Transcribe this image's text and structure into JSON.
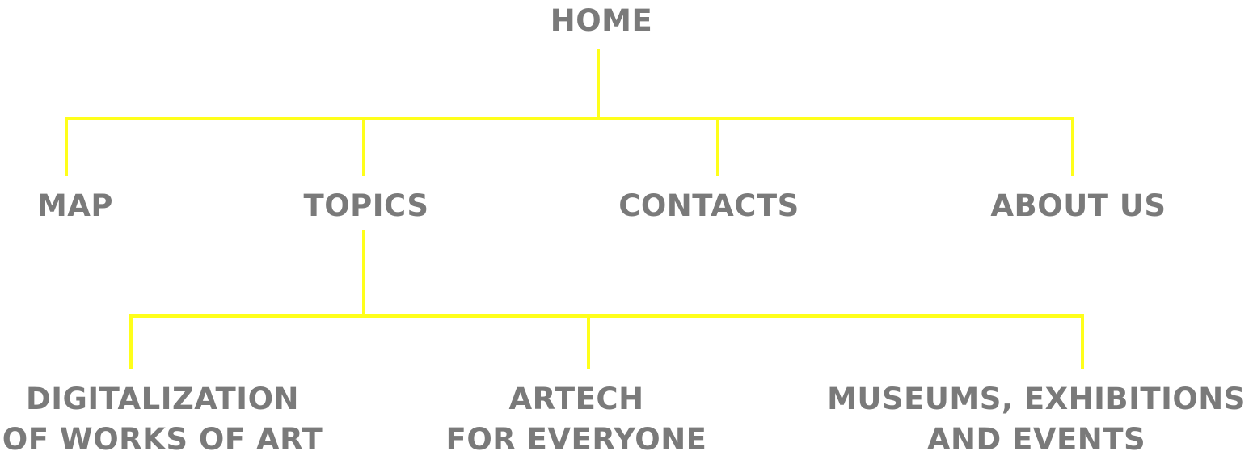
{
  "line_color": "#ffff1a",
  "text_color": "#7a7a7a",
  "nodes": {
    "home": {
      "label": "HOME"
    },
    "map": {
      "label": "MAP"
    },
    "topics": {
      "label": "TOPICS"
    },
    "contacts": {
      "label": "CONTACTS"
    },
    "about_us": {
      "label": "ABOUT US"
    },
    "digitalization": {
      "line1": "DIGITALIZATION",
      "line2": "OF WORKS OF ART"
    },
    "artech": {
      "line1": "ARTECH",
      "line2": "FOR EVERYONE"
    },
    "museums": {
      "line1": "MUSEUMS, EXHIBITIONS",
      "line2": "AND EVENTS"
    }
  }
}
